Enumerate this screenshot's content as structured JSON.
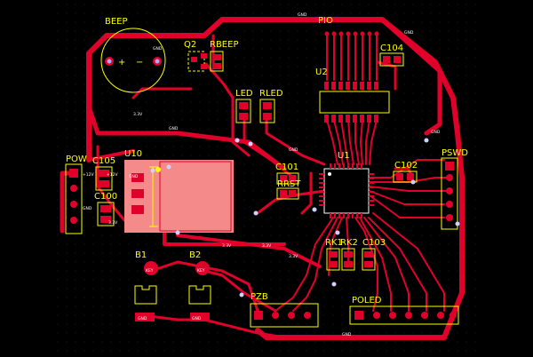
{
  "canvas": {
    "background": "#000000",
    "copper": "#e0002a",
    "silk": "#ffff00",
    "mask_overlay": "#f58a8a"
  },
  "labels": {
    "beep": "BEEP",
    "q2": "Q2",
    "rbeep": "RBEEP",
    "pio": "PIO",
    "c104": "C104",
    "u2": "U2",
    "led": "LED",
    "rled": "RLED",
    "pow": "POW",
    "c105": "C105",
    "u10": "U10",
    "c100": "C100",
    "u1": "U1",
    "c101": "C101",
    "rrst": "RRST",
    "c102": "C102",
    "pswd": "PSWD",
    "rk1": "RK1",
    "rk2": "RK2",
    "c103": "C103",
    "b1": "B1",
    "b2": "B2",
    "pzb": "PZB",
    "poled": "POLED",
    "buzzer_plus": "+",
    "buzzer_minus": "−"
  },
  "net_labels": {
    "gnd": "GND",
    "v33": "3.3V",
    "v12": "+12V",
    "key": "KEY"
  }
}
